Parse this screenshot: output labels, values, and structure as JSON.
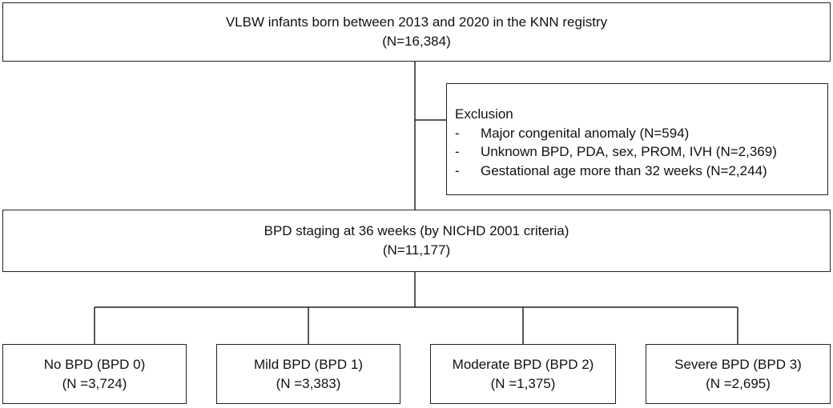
{
  "top_box": {
    "line1": "VLBW infants born between 2013 and 2020 in the KNN registry",
    "line2": "(N=16,384)"
  },
  "exclusion": {
    "title": "Exclusion",
    "bullet": "-",
    "items": [
      "Major congenital anomaly (N=594)",
      "Unknown BPD, PDA, sex, PROM, IVH (N=2,369)",
      "Gestational age more than 32 weeks (N=2,244)"
    ]
  },
  "staging_box": {
    "line1": "BPD staging at 36 weeks (by NICHD 2001 criteria)",
    "line2": "(N=11,177)"
  },
  "outcomes": [
    {
      "label": "No BPD (BPD 0)",
      "count": "(N =3,724)"
    },
    {
      "label": "Mild BPD (BPD 1)",
      "count": "(N =3,383)"
    },
    {
      "label": "Moderate BPD (BPD 2)",
      "count": "(N =1,375)"
    },
    {
      "label": "Severe BPD (BPD 3)",
      "count": "(N =2,695)"
    }
  ]
}
